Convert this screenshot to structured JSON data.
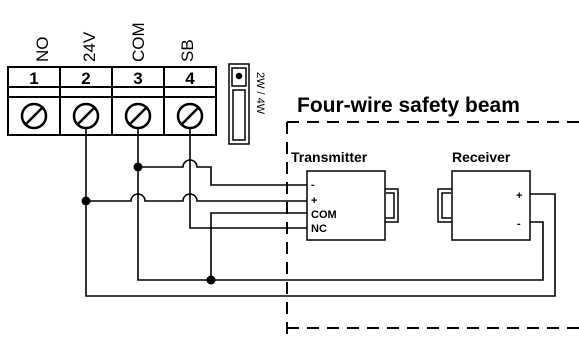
{
  "terminal_block": {
    "terminals": [
      {
        "number": "1",
        "label": "NO"
      },
      {
        "number": "2",
        "label": "24V"
      },
      {
        "number": "3",
        "label": "COM"
      },
      {
        "number": "4",
        "label": "SB"
      }
    ]
  },
  "jumper": {
    "label": "2W / 4W"
  },
  "beam_box": {
    "title": "Four-wire safety beam"
  },
  "transmitter": {
    "title": "Transmitter",
    "pins": [
      "-",
      "+",
      "COM",
      "NC"
    ]
  },
  "receiver": {
    "title": "Receiver",
    "pins": [
      "+",
      "-"
    ]
  },
  "colors": {
    "line": "#000000",
    "background": "#ffffff"
  }
}
